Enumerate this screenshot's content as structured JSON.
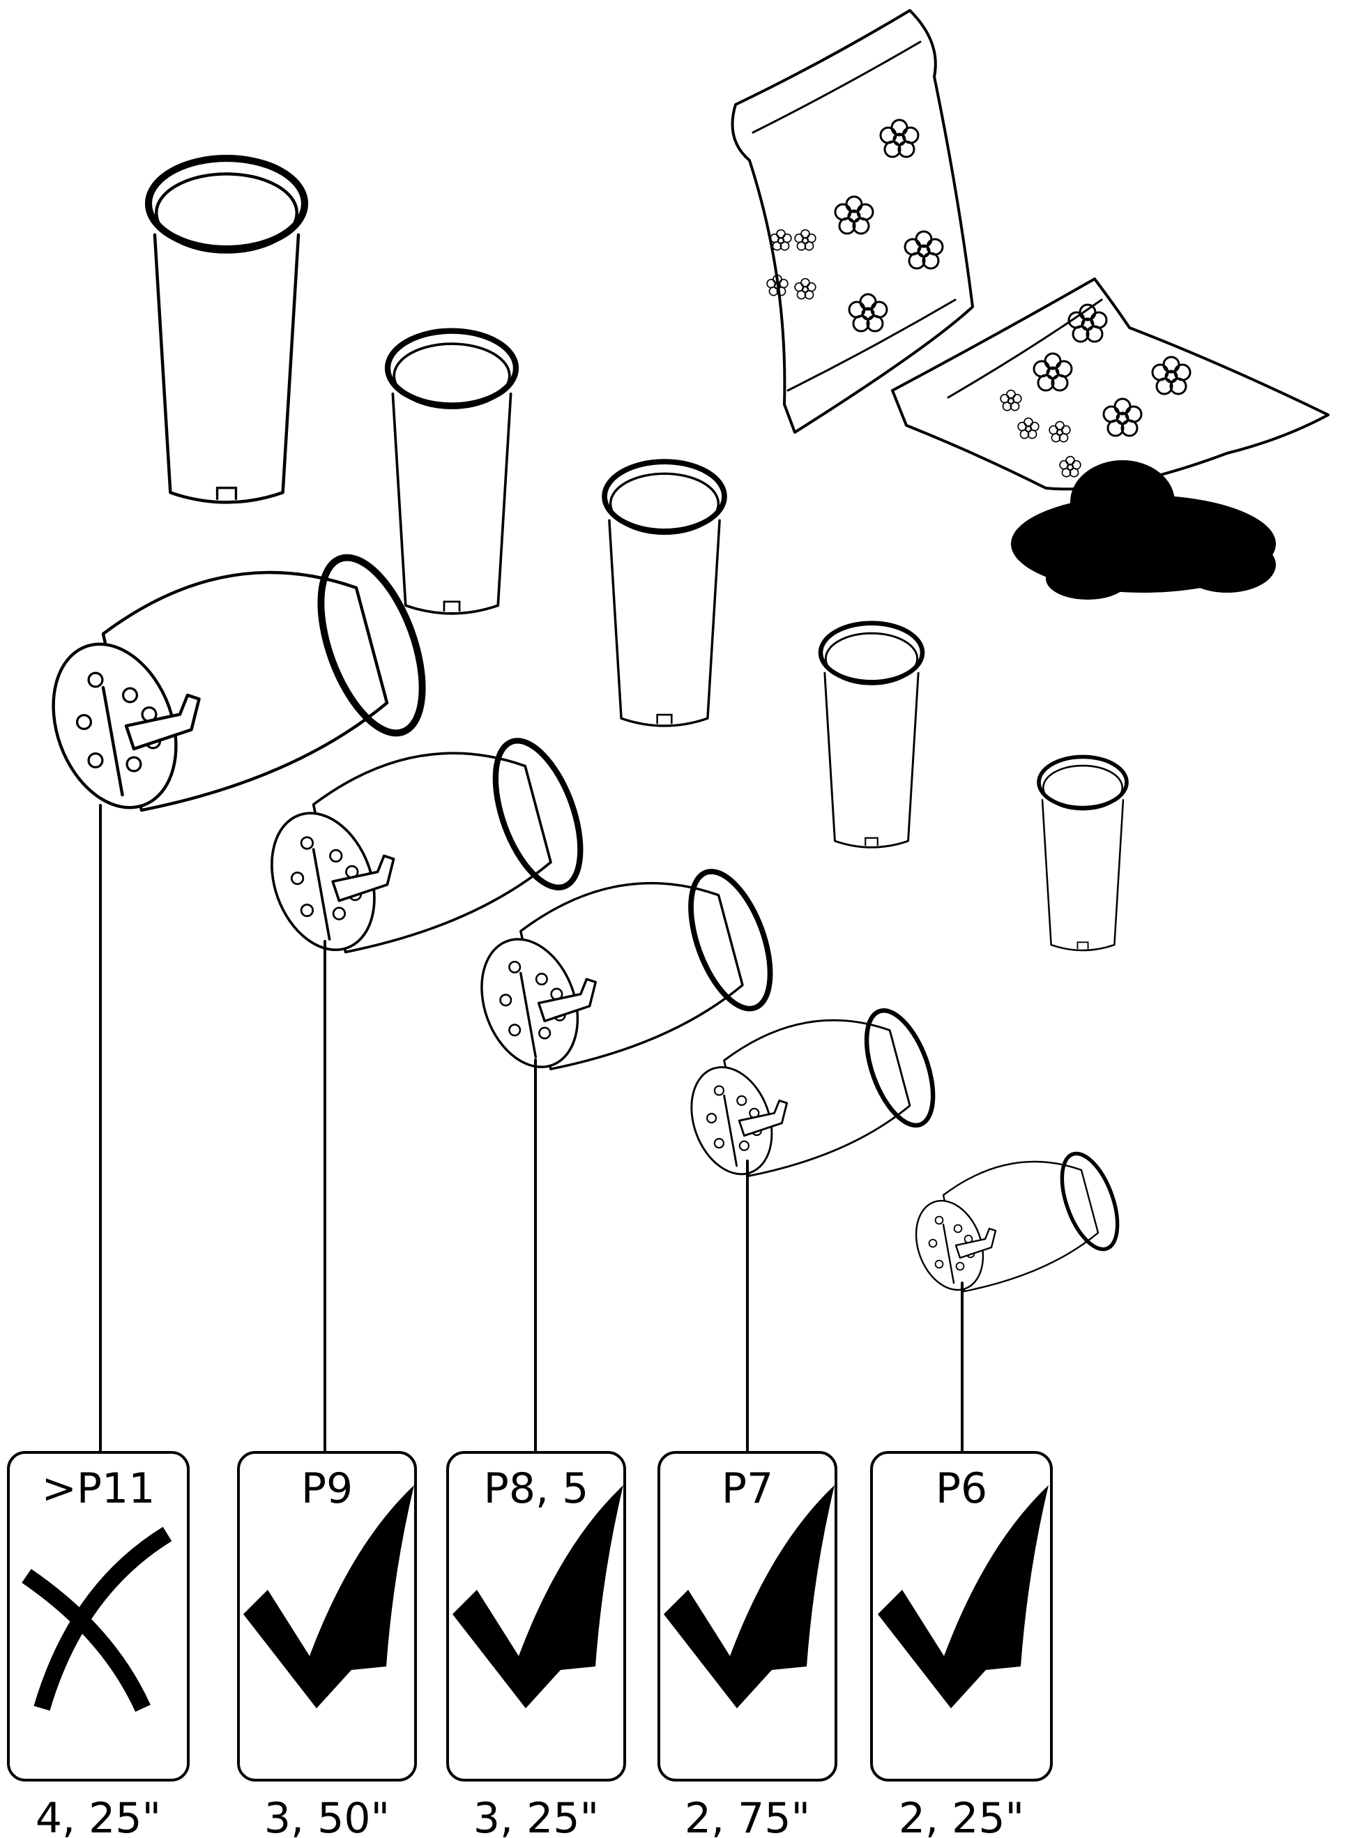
{
  "colors": {
    "ink": "#000000",
    "background": "#ffffff"
  },
  "icons": {
    "allowed": "checkmark-icon",
    "not_allowed": "cross-icon"
  },
  "cards": [
    {
      "code": ">P11",
      "size": "4, 25\"",
      "allowed": false
    },
    {
      "code": "P9",
      "size": "3, 50\"",
      "allowed": true
    },
    {
      "code": "P8, 5",
      "size": "3, 25\"",
      "allowed": true
    },
    {
      "code": "P7",
      "size": "2, 75\"",
      "allowed": true
    },
    {
      "code": "P6",
      "size": "2, 25\"",
      "allowed": true
    }
  ]
}
